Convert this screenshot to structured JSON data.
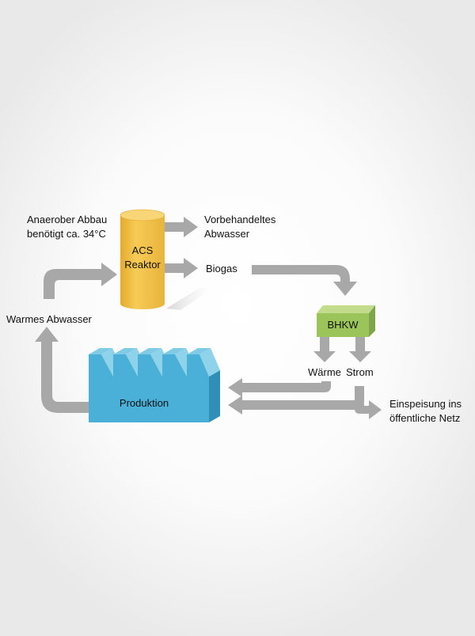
{
  "labels": {
    "anaerob_line1": "Anaerober Abbau",
    "anaerob_line2": "benötigt ca. 34°C",
    "vorbehandelt_line1": "Vorbehandeltes",
    "vorbehandelt_line2": "Abwasser",
    "biogas": "Biogas",
    "warmes_abwasser": "Warmes Abwasser",
    "waerme": "Wärme",
    "strom": "Strom",
    "einspeisung_line1": "Einspeisung ins",
    "einspeisung_line2": "öffentliche Netz"
  },
  "reactor": {
    "line1": "ACS",
    "line2": "Reaktor",
    "color": "#f2c04a"
  },
  "bhkw": {
    "label": "BHKW",
    "color": "#9bc45a"
  },
  "factory": {
    "label": "Produktion",
    "color": "#4ab0d8"
  },
  "arrow_color": "#a8a8a8"
}
